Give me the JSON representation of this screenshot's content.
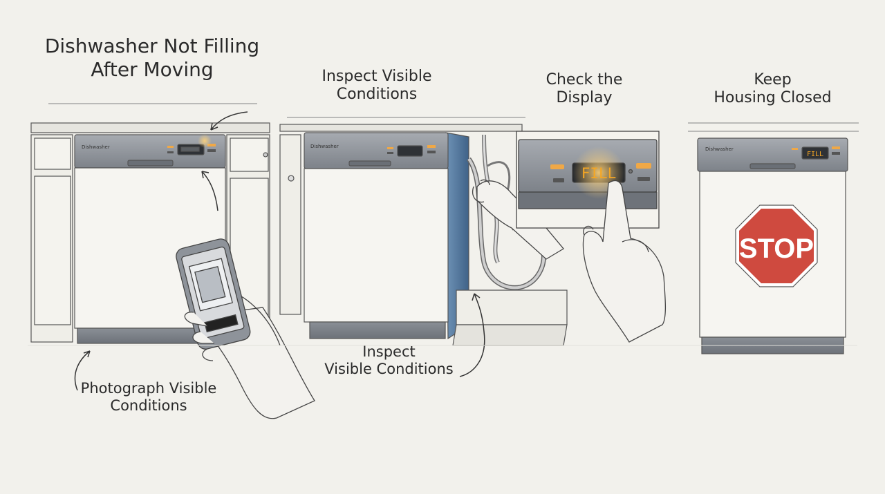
{
  "title": {
    "line1": "Dishwasher Not Filling",
    "line2": "After Moving"
  },
  "steps": {
    "inspect_top": {
      "line1": "Inspect Visible",
      "line2": "Conditions"
    },
    "check_display": {
      "line1": "Check the",
      "line2": "Display"
    },
    "keep_closed": {
      "line1": "Keep",
      "line2": "Housing Closed"
    },
    "inspect_bottom": {
      "line1": "Inspect",
      "line2": "Visible Conditions"
    },
    "photograph": {
      "line1": "Photograph Visible",
      "line2": "Conditions"
    }
  },
  "appliance": {
    "brand": "Dishwasher",
    "display_text": "FILL"
  },
  "sign": {
    "text": "STOP"
  },
  "colors": {
    "background": "#f2f1ec",
    "panel": "#8d9299",
    "panel_blue": "#5a7fa3",
    "display_glow": "#f5a623",
    "stop_red": "#cf4a3f",
    "ink": "#2b2b2b"
  }
}
